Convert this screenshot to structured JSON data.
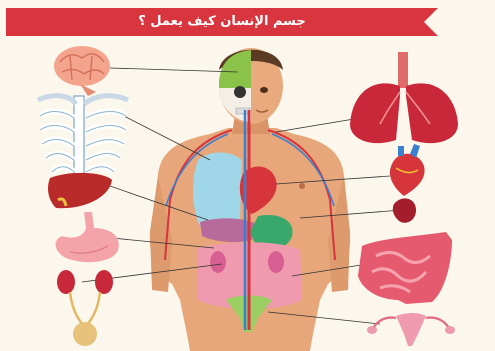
{
  "header": {
    "title": "جسم الإنسان كيف يعمل ؟",
    "banner_color": "#d9353f"
  },
  "organs": [
    {
      "name": "brain"
    },
    {
      "name": "ribcage"
    },
    {
      "name": "liver"
    },
    {
      "name": "stomach"
    },
    {
      "name": "kidneys-bladder"
    },
    {
      "name": "lungs"
    },
    {
      "name": "heart"
    },
    {
      "name": "spleen"
    },
    {
      "name": "intestines"
    },
    {
      "name": "uterus"
    }
  ],
  "colors": {
    "background": "#fbf7ec",
    "skin": "#e7a77a",
    "organ_red": "#d7353c",
    "organ_pink": "#f09ab0",
    "lung_red": "#c9283a",
    "vessel_blue": "#3a7fd0",
    "bone": "#ffffff"
  }
}
